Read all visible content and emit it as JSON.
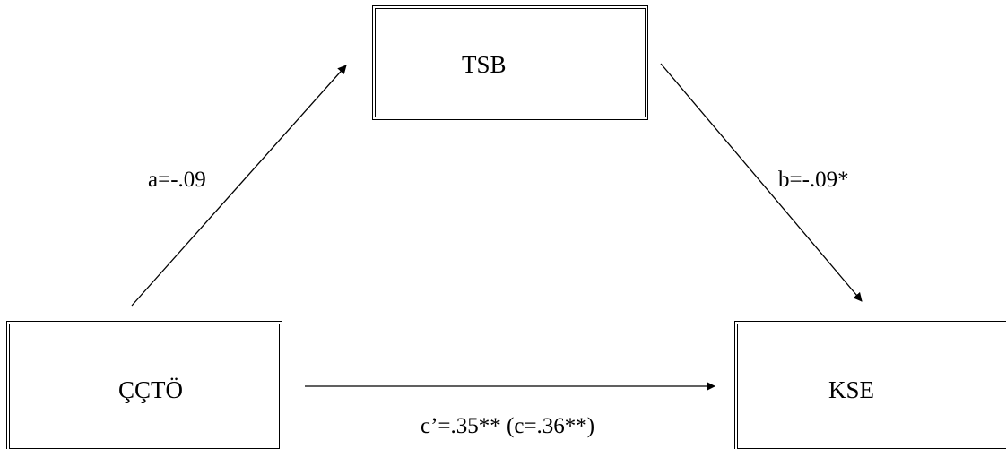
{
  "diagram": {
    "mediator": "TSB",
    "predictor": "ÇÇTÖ",
    "outcome": "KSE",
    "path_a": "a=-.09",
    "path_b": "b=-.09*",
    "path_c": "c’=.35** (c=.36**)"
  },
  "colors": {
    "line": "#000000",
    "background": "#ffffff"
  }
}
